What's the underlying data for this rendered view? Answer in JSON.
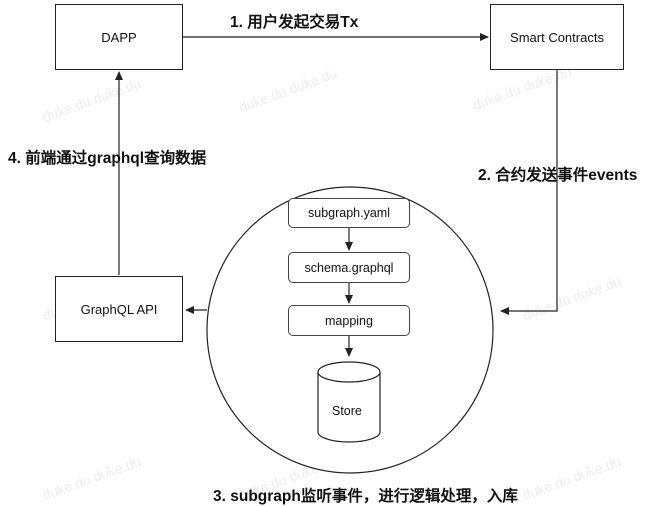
{
  "nodes": {
    "dapp": "DAPP",
    "smart_contracts": "Smart Contracts",
    "graphql_api": "GraphQL API",
    "subgraph_yaml": "subgraph.yaml",
    "schema_graphql": "schema.graphql",
    "mapping": "mapping",
    "store": "Store"
  },
  "edges": {
    "step1": "1. 用户发起交易Tx",
    "step2": "2. 合约发送事件events",
    "step3": "3. subgraph监听事件，进行逻辑处理，入库",
    "step4": "4. 前端通过graphql查询数据"
  },
  "watermark": "duke.du duke.du",
  "colors": {
    "line": "#222222",
    "box_border": "#222222",
    "background": "#ffffff"
  }
}
